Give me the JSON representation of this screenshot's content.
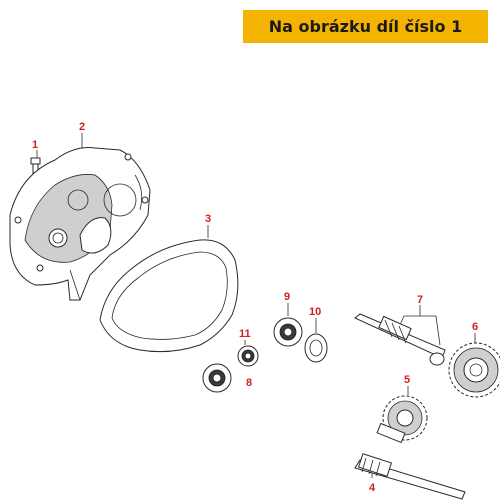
{
  "banner": {
    "text": "Na obrázku díl číslo 1",
    "color": "#f5b301"
  },
  "labels": {
    "p1": "1",
    "p2": "2",
    "p3": "3",
    "p4": "4",
    "p5": "5",
    "p6": "6",
    "p7": "7",
    "p8": "8",
    "p9": "9",
    "p10": "10",
    "p11": "11"
  },
  "label_color": "#d21f1f"
}
